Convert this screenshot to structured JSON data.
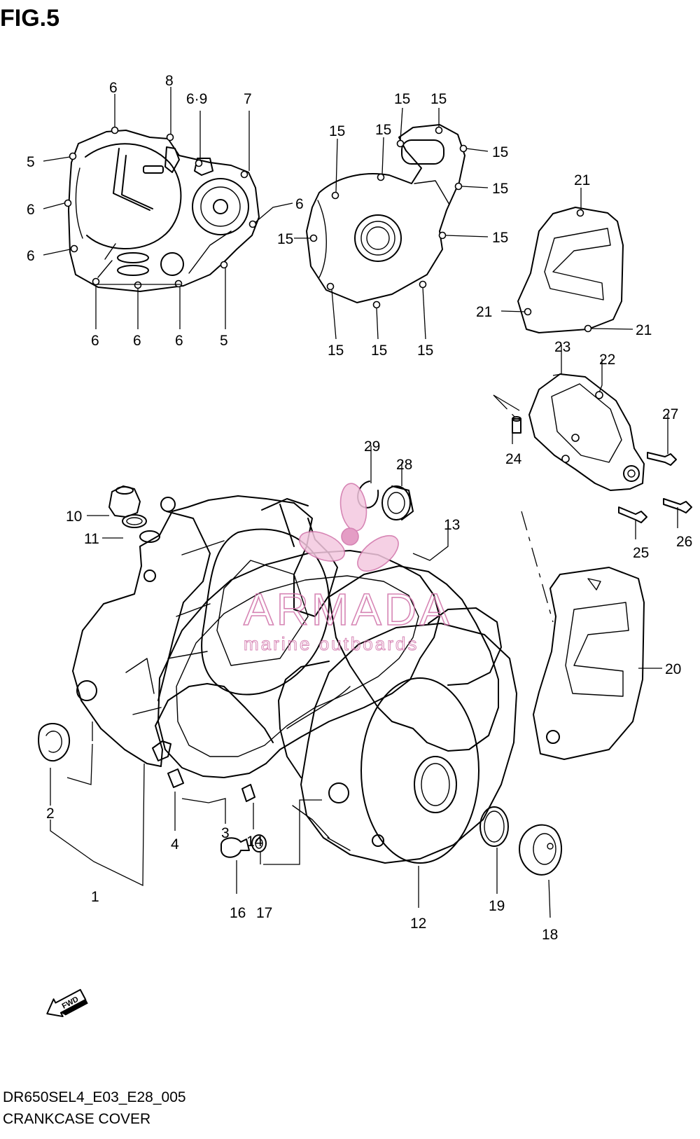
{
  "figure": {
    "title": "FIG.5",
    "code": "DR650SEL4_E03_E28_005",
    "name": "CRANKCASE COVER"
  },
  "watermark": {
    "brand": "ARMADA",
    "tagline": "marine outboards",
    "color": "#d070a8"
  },
  "callouts": {
    "c1": "1",
    "c2": "2",
    "c3": "3",
    "c4": "4",
    "c5a": "5",
    "c5b": "5",
    "c6a": "6",
    "c6b": "6",
    "c6c": "6",
    "c6d": "6",
    "c6e": "6",
    "c6f": "6",
    "c6g": "6",
    "c69": "6·9",
    "c7": "7",
    "c8": "8",
    "c10": "10",
    "c11": "11",
    "c12": "12",
    "c13": "13",
    "c14": "14",
    "c15a": "15",
    "c15b": "15",
    "c15c": "15",
    "c15d": "15",
    "c15e": "15",
    "c15f": "15",
    "c15g": "15",
    "c15h": "15",
    "c15i": "15",
    "c15j": "15",
    "c15k": "15",
    "c16": "16",
    "c17": "17",
    "c18": "18",
    "c19": "19",
    "c20": "20",
    "c21a": "21",
    "c21b": "21",
    "c21c": "21",
    "c22": "22",
    "c23": "23",
    "c24": "24",
    "c25": "25",
    "c26": "26",
    "c27": "27",
    "c28": "28",
    "c29": "29"
  },
  "fwd_label": "FWD"
}
